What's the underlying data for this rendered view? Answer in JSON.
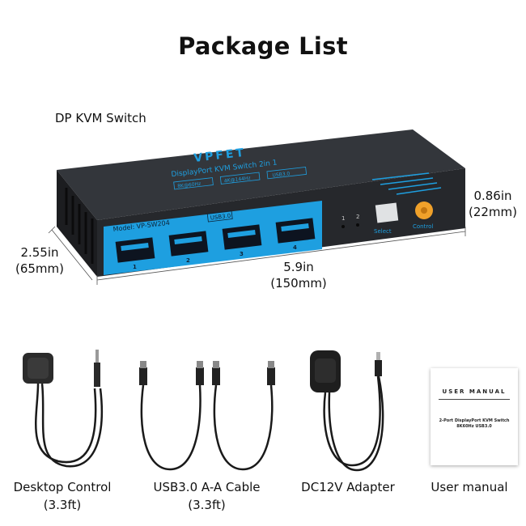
{
  "title": "Package List",
  "subtitle": "DP KVM Switch",
  "device": {
    "brand": "VPFET",
    "product_line": "DisplayPort KVM Switch 2in 1",
    "badges": [
      "8K@60Hz",
      "4K@144Hz",
      "USB3.0"
    ],
    "model": "Model: VP-SW204",
    "usb_badge": "USB3.0",
    "port_numbers": [
      "1",
      "2",
      "3",
      "4"
    ],
    "indicators": [
      "1",
      "2"
    ],
    "select_label": "Select",
    "control_label": "Control"
  },
  "dimensions": {
    "height": "0.86in",
    "height_mm": "(22mm)",
    "depth": "2.55in",
    "depth_mm": "(65mm)",
    "width": "5.9in",
    "width_mm": "(150mm)"
  },
  "items": [
    {
      "name": "Desktop Control",
      "detail": "(3.3ft)"
    },
    {
      "name": "USB3.0 A-A Cable",
      "detail": "(3.3ft)"
    },
    {
      "name": "DC12V Adapter",
      "detail": ""
    },
    {
      "name": "User manual",
      "detail": ""
    }
  ],
  "manual": {
    "heading": "USER MANUAL",
    "line1": "2-Port DisplayPort KVM Switch",
    "line2": "8K60Hz USB3.0"
  },
  "colors": {
    "accent": "#1e9fe0",
    "device_body": "#2a2d31",
    "orange_button": "#f0a12a"
  }
}
